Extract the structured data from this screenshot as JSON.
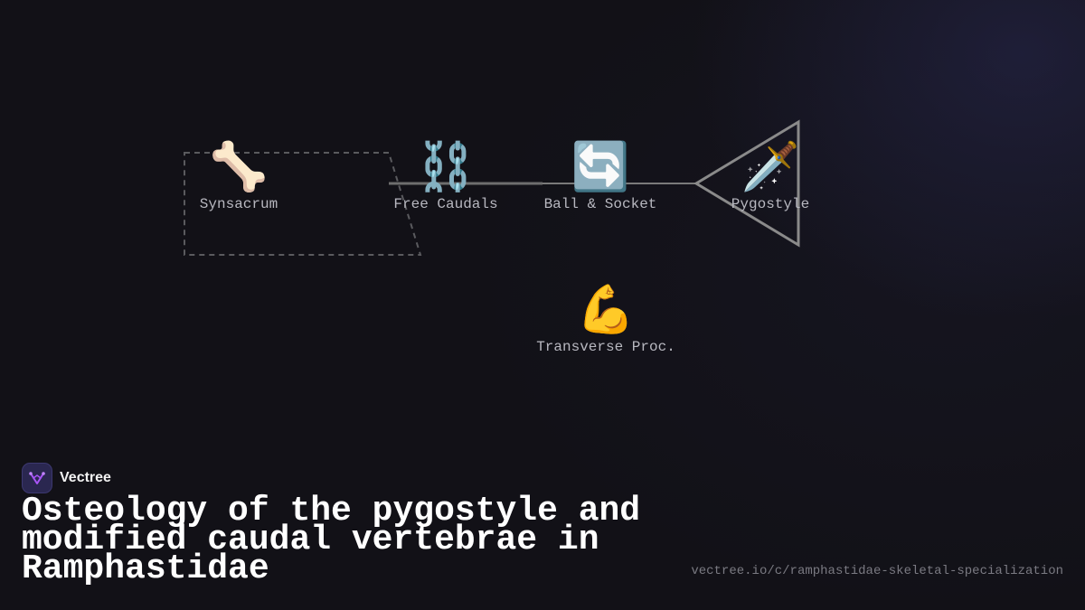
{
  "brand": {
    "name": "Vectree",
    "logo_icon": "vectree-logo-icon",
    "accent": "#a855f7"
  },
  "title": "Osteology of the pygostyle and modified caudal vertebrae in Ramphastidae",
  "url": "vectree.io/c/ramphastidae-skeletal-specialization",
  "nodes": [
    {
      "label": "Synsacrum",
      "emoji": "🦴",
      "icon": "bone-icon"
    },
    {
      "label": "Free Caudals",
      "emoji": "⛓️",
      "icon": "chain-icon"
    },
    {
      "label": "Ball & Socket",
      "emoji": "🔄",
      "icon": "rotate-arrows-icon"
    },
    {
      "label": "Pygostyle",
      "emoji": "🗡️",
      "icon": "dagger-icon"
    },
    {
      "label": "Transverse Proc.",
      "emoji": "💪",
      "icon": "flexed-bicep-icon"
    }
  ],
  "colors": {
    "background": "#121117",
    "line": "#7a7a7a",
    "dashed": "#5a5a5e"
  }
}
